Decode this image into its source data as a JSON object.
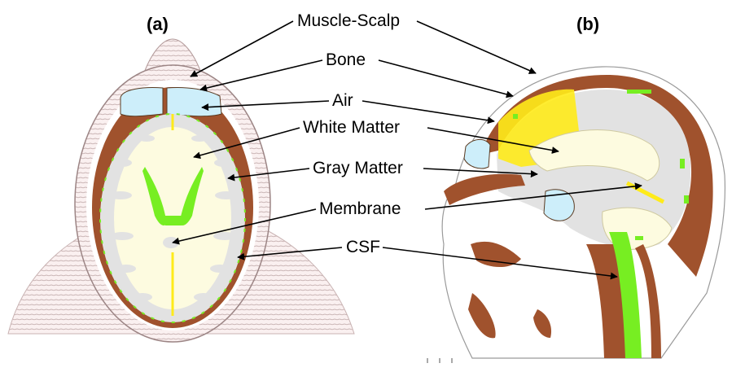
{
  "panels": {
    "a": {
      "letter": "(a)"
    },
    "b": {
      "letter": "(b)"
    }
  },
  "labels": {
    "muscle_scalp": "Muscle-Scalp",
    "bone": "Bone",
    "air": "Air",
    "white_matter": "White Matter",
    "gray_matter": "Gray Matter",
    "membrane": "Membrane",
    "csf": "CSF"
  },
  "tissue_colors": {
    "muscle_scalp": "#f2dede",
    "bone": "#a0522d",
    "air": "#cdeefa",
    "white_matter": "#fdfbe0",
    "gray_matter": "#e2e2e2",
    "membrane": "#ffeb1a",
    "csf": "#77ee22"
  }
}
